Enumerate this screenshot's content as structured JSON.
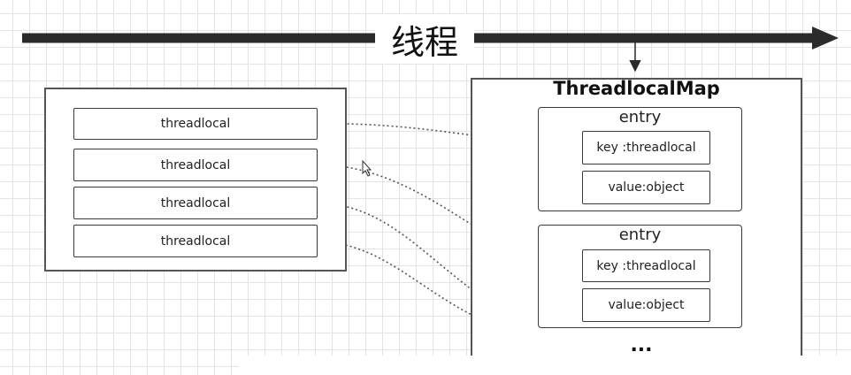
{
  "timeline": {
    "label": "线程"
  },
  "thread_panel": {
    "items": [
      {
        "label": "threadlocal"
      },
      {
        "label": "threadlocal"
      },
      {
        "label": "threadlocal"
      },
      {
        "label": "threadlocal"
      }
    ]
  },
  "map": {
    "title": "ThreadlocalMap",
    "entries": [
      {
        "title": "entry",
        "key": "key :threadlocal",
        "value": "value:object"
      },
      {
        "title": "entry",
        "key": "key :threadlocal",
        "value": "value:object"
      }
    ],
    "more": "..."
  },
  "colors": {
    "line": "#2b2b2b",
    "connector": "#555555",
    "grid": "#e3e3e3"
  }
}
